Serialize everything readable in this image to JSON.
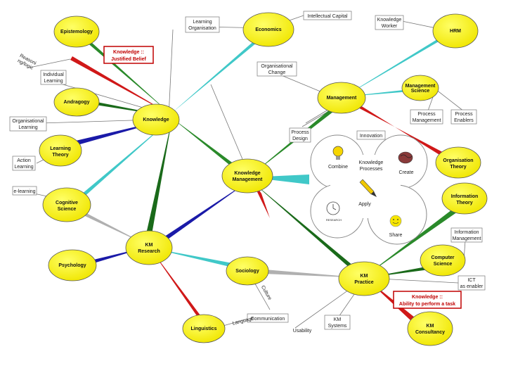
{
  "nodes": {
    "epistemology": "Epistemology",
    "economics": "Economics",
    "hrm": "HRM",
    "management": "Management",
    "management_science_1": "Management",
    "management_science_2": "Science",
    "andragogy": "Andragogy",
    "knowledge": "Knowledge",
    "learning_theory_1": "Learning",
    "learning_theory_2": "Theory",
    "knowledge_management_1": "Knowledge",
    "knowledge_management_2": "Management",
    "organisation_theory_1": "Organisation",
    "organisation_theory_2": "Theory",
    "information_theory_1": "Information",
    "information_theory_2": "Theory",
    "cognitive_science_1": "Cognitive",
    "cognitive_science_2": "Science",
    "km_research_1": "KM",
    "km_research_2": "Research",
    "psychology": "Psychology",
    "sociology": "Sociology",
    "km_practice_1": "KM",
    "km_practice_2": "Practice",
    "computer_science_1": "Computer",
    "computer_science_2": "Science",
    "linguistics": "Linguistics",
    "km_consultancy_1": "KM",
    "km_consultancy_2": "Consultancy"
  },
  "boxes": {
    "learning_organisation_1": "Learning",
    "learning_organisation_2": "Organisation",
    "intellectual_capital": "Intellectual Capital",
    "knowledge_worker_1": "Knowledge",
    "knowledge_worker_2": "Worker",
    "organisational_change_1": "Organisational",
    "organisational_change_2": "Change",
    "individual_learning_1": "Individual",
    "individual_learning_2": "Learning",
    "reasoning_1": "Reasoni",
    "reasoning_2": "ng/logic",
    "organisational_learning_1": "Organisational",
    "organisational_learning_2": "Learning",
    "process_management_1": "Process",
    "process_management_2": "Management",
    "process_enablers_1": "Process",
    "process_enablers_2": "Enablers",
    "process_design_1": "Process",
    "process_design_2": "Design",
    "innovation": "Innovation",
    "action_learning_1": "Action",
    "action_learning_2": "Learning",
    "e_learning": "e-learning",
    "information_management_1": "Information",
    "information_management_2": "Management",
    "ict_1": "ICT",
    "ict_2": "as enabler",
    "culture": "Culture",
    "communication": "Communication",
    "language": "Language",
    "usability": "Usability",
    "km_systems_1": "KM",
    "km_systems_2": "Systems"
  },
  "callouts": {
    "justified_belief_1": "Knowledge ::",
    "justified_belief_2": "Justified Belief",
    "ability_1": "Knowledge ::",
    "ability_2": "Ability to perform a task"
  },
  "processes": {
    "title_1": "Knowledge",
    "title_2": "Processes",
    "combine": "Combine",
    "create": "Create",
    "apply": "Apply",
    "share": "Share",
    "research": "RESEARCH"
  }
}
